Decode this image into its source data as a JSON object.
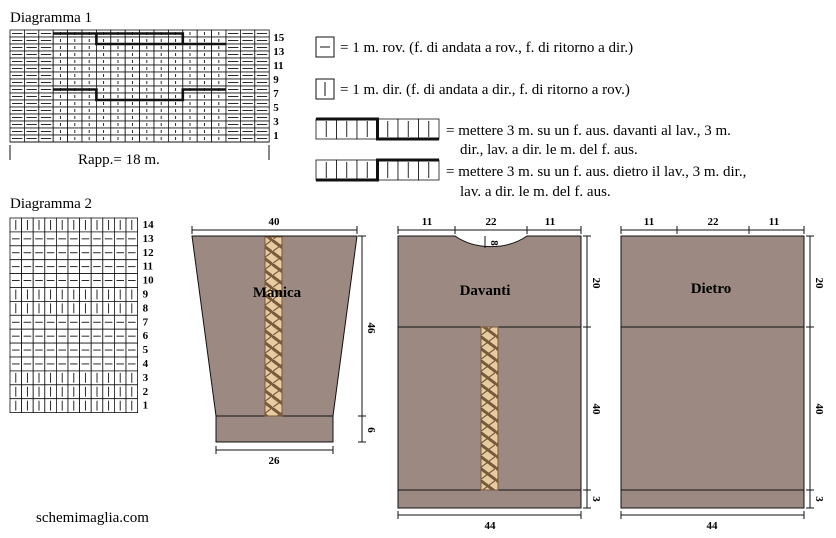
{
  "diagram1": {
    "title": "Diagramma 1",
    "row_numbers": [
      "15",
      "13",
      "11",
      "9",
      "7",
      "5",
      "3",
      "1"
    ],
    "repeat_label": "Rapp.= 18 m."
  },
  "diagram2": {
    "title": "Diagramma 2",
    "row_numbers": [
      "14",
      "13",
      "12",
      "11",
      "10",
      "9",
      "8",
      "7",
      "6",
      "5",
      "4",
      "3",
      "2",
      "1"
    ]
  },
  "legend": {
    "purl": "= 1 m. rov. (f. di andata a rov., f. di ritorno a dir.)",
    "knit": "= 1 m. dir. (f. di andata a dir., f. di ritorno a rov.)",
    "cable_front_1": "= mettere 3 m. su un f. aus. davanti al lav., 3 m.",
    "cable_front_2": "dir., lav. a dir. le m. del f. aus.",
    "cable_back_1": "= mettere 3 m. su un f. aus. dietro il lav., 3 m. dir.,",
    "cable_back_2": "lav. a dir. le m. del f. aus."
  },
  "pieces": {
    "sleeve": {
      "name": "Manica",
      "top_width": "40",
      "length": "46",
      "cuff": "6",
      "bottom_width": "26"
    },
    "front": {
      "name": "Davanti",
      "shoulder_left": "11",
      "neck": "22",
      "shoulder_right": "11",
      "neck_depth": "8",
      "yoke": "20",
      "body": "40",
      "rib": "3",
      "width": "44"
    },
    "back": {
      "name": "Dietro",
      "shoulder_left": "11",
      "neck": "22",
      "shoulder_right": "11",
      "yoke": "20",
      "body": "40",
      "rib": "3",
      "width": "44"
    }
  },
  "footer": {
    "site": "schemimaglia.com"
  },
  "colors": {
    "garment": "#9c8a82",
    "cable_light": "#e7cca1",
    "cable_dark": "#7a5a3c",
    "line": "#111111"
  }
}
